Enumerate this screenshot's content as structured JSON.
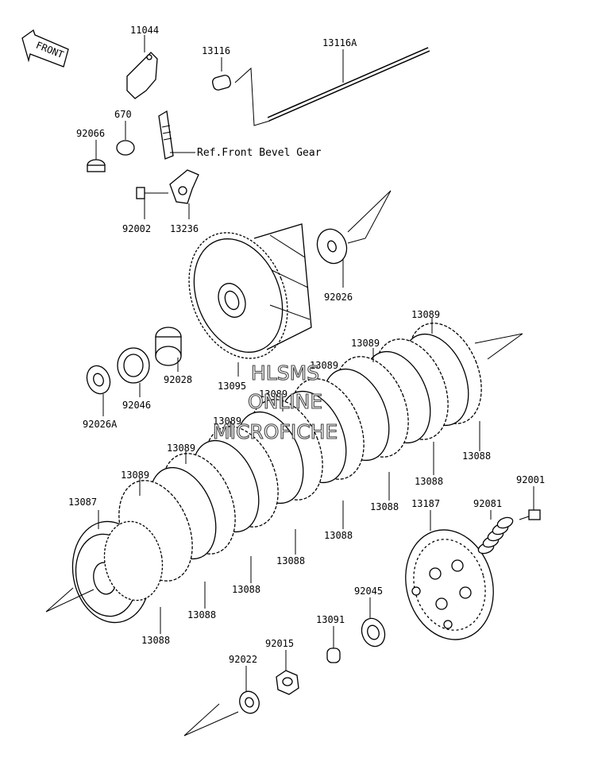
{
  "front_badge": "FRONT",
  "reference_note": "Ref.Front Bevel Gear",
  "watermark": [
    "HLSMS",
    "ONLINE",
    "MICROFICHE"
  ],
  "parts": {
    "p11044": "11044",
    "p670": "670",
    "p92066": "92066",
    "p13116": "13116",
    "p13116a": "13116A",
    "p92002": "92002",
    "p13236": "13236",
    "p92026": "92026",
    "p92028": "92028",
    "p13095": "13095",
    "p92046": "92046",
    "p92026a": "92026A",
    "p13087": "13087",
    "p13187": "13187",
    "p92001": "92001",
    "p92081": "92081",
    "p92045": "92045",
    "p13091": "13091",
    "p92015": "92015",
    "p92022": "92022",
    "friction_plate": "13089",
    "steel_plate": "13088"
  }
}
